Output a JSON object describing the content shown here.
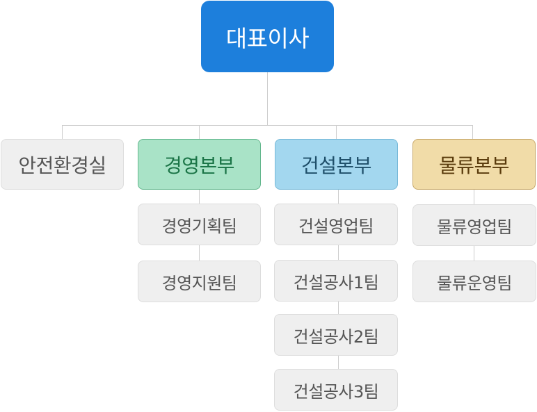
{
  "root": {
    "label": "대표이사"
  },
  "divisions": [
    {
      "label": "안전환경실",
      "teams": []
    },
    {
      "label": "경영본부",
      "teams": [
        "경영기획팀",
        "경영지원팀"
      ]
    },
    {
      "label": "건설본부",
      "teams": [
        "건설영업팀",
        "건설공사1팀",
        "건설공사2팀",
        "건설공사3팀"
      ]
    },
    {
      "label": "물류본부",
      "teams": [
        "물류영업팀",
        "물류운영팀"
      ]
    }
  ],
  "colors": {
    "root": "#1d7fdc",
    "div_safety": "#efefef",
    "div_management": "#a9e3c7",
    "div_construction": "#a3d7ef",
    "div_logistics": "#f1dca8",
    "team": "#efefef",
    "connector": "#cccccc"
  }
}
